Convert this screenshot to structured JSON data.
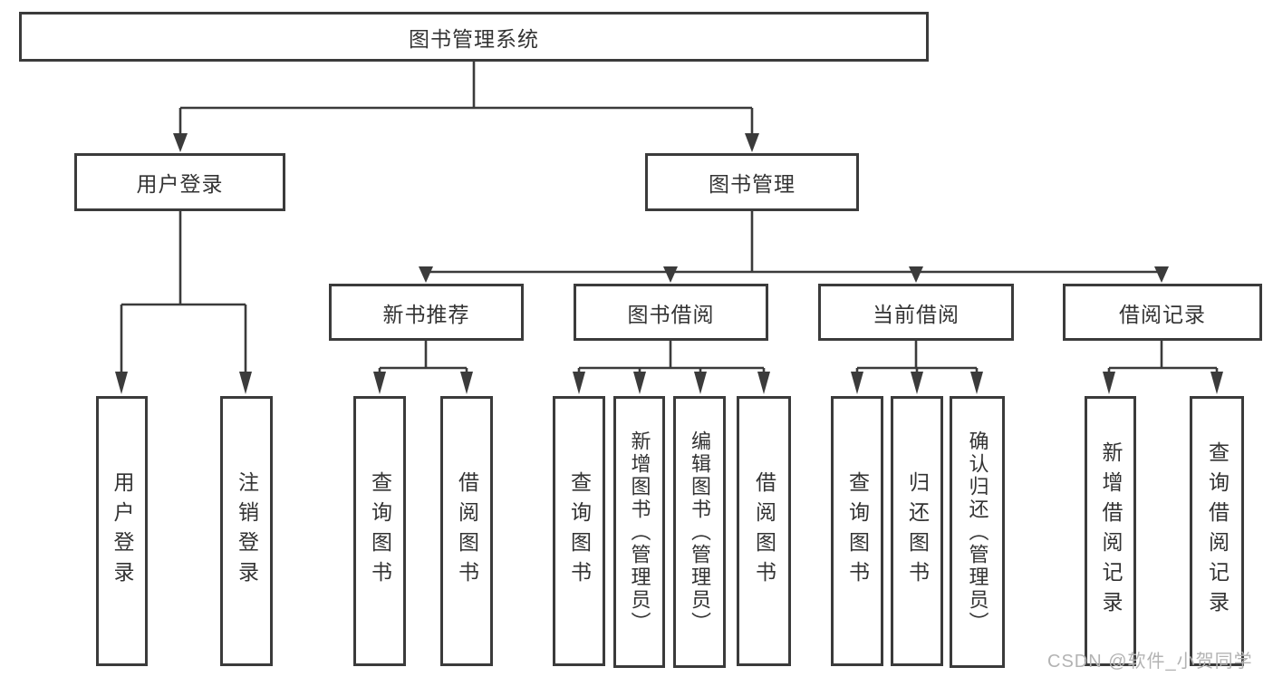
{
  "diagram": {
    "title": "图书管理系统",
    "root": {
      "label": "图书管理系统",
      "children": [
        {
          "label": "用户登录",
          "children": [
            {
              "label": "用户登录"
            },
            {
              "label": "注销登录"
            }
          ]
        },
        {
          "label": "图书管理",
          "children": [
            {
              "label": "新书推荐",
              "children": [
                {
                  "label": "查询图书"
                },
                {
                  "label": "借阅图书"
                }
              ]
            },
            {
              "label": "图书借阅",
              "children": [
                {
                  "label": "查询图书"
                },
                {
                  "label": "新增图书（管理员）"
                },
                {
                  "label": "编辑图书（管理员）"
                },
                {
                  "label": "借阅图书"
                }
              ]
            },
            {
              "label": "当前借阅",
              "children": [
                {
                  "label": "查询图书"
                },
                {
                  "label": "归还图书"
                },
                {
                  "label": "确认归还（管理员）"
                }
              ]
            },
            {
              "label": "借阅记录",
              "children": [
                {
                  "label": "新增借阅记录"
                },
                {
                  "label": "查询借阅记录"
                }
              ]
            }
          ]
        }
      ]
    }
  },
  "watermark": "CSDN @软件_小贺同学",
  "colors": {
    "line": "#3b3b3b",
    "text": "#333333",
    "watermark": "#b3b3b3",
    "background": "#ffffff"
  }
}
